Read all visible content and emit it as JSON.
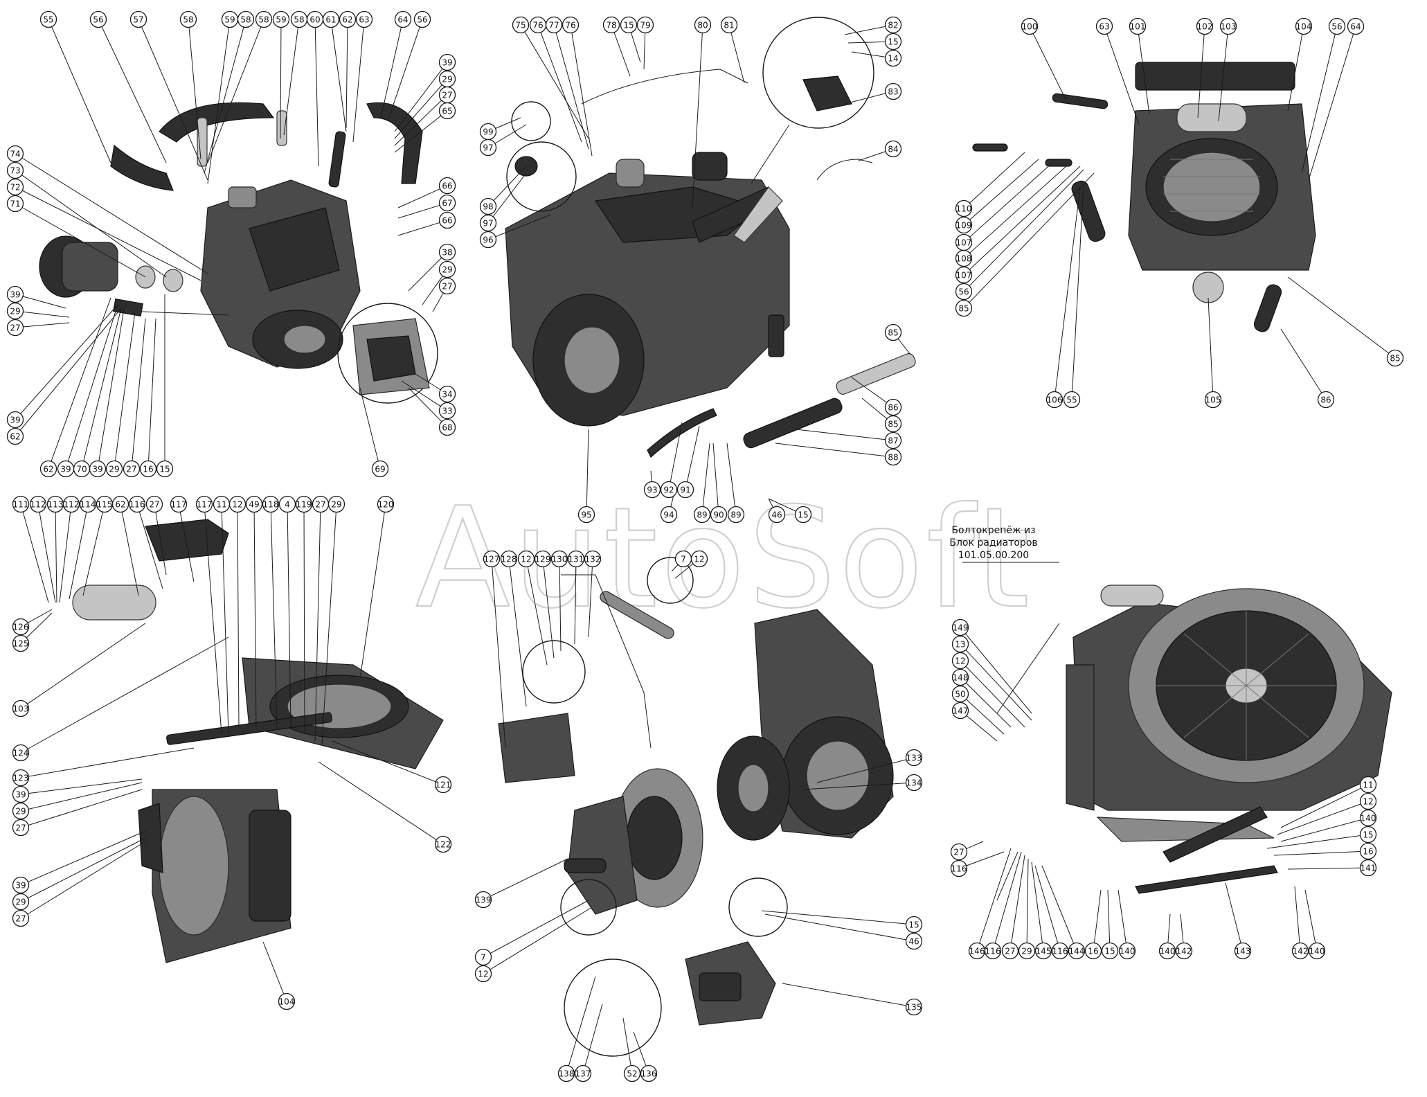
{
  "watermark": "AutoSoft",
  "note": {
    "line1": "Болтокрепёж из",
    "line2": "Блок радиаторов",
    "line3": "101.05.00.200"
  },
  "callout_labels": [
    "55",
    "56",
    "57",
    "58",
    "59",
    "58",
    "58",
    "59",
    "58",
    "60",
    "61",
    "62",
    "63",
    "64",
    "56",
    "39",
    "29",
    "27",
    "65",
    "74",
    "73",
    "72",
    "71",
    "39",
    "29",
    "27",
    "66",
    "67",
    "66",
    "38",
    "29",
    "27",
    "34",
    "33",
    "68",
    "39",
    "62",
    "69",
    "62",
    "39",
    "70",
    "39",
    "29",
    "27",
    "16",
    "15",
    "75",
    "76",
    "77",
    "76",
    "78",
    "15",
    "79",
    "80",
    "81",
    "82",
    "15",
    "14",
    "83",
    "99",
    "97",
    "98",
    "97",
    "96",
    "84",
    "85",
    "86",
    "85",
    "87",
    "88",
    "93",
    "92",
    "91",
    "94",
    "89",
    "90",
    "89",
    "46",
    "15",
    "95",
    "100",
    "63",
    "101",
    "102",
    "103",
    "104",
    "56",
    "64",
    "110",
    "109",
    "107",
    "108",
    "107",
    "56",
    "85",
    "106",
    "55",
    "105",
    "86",
    "85",
    "111",
    "112",
    "113",
    "112",
    "114",
    "115",
    "62",
    "116",
    "27",
    "117",
    "117",
    "11",
    "12",
    "49",
    "118",
    "4",
    "119",
    "27",
    "29",
    "120",
    "126",
    "125",
    "103",
    "124",
    "123",
    "39",
    "29",
    "27",
    "121",
    "122",
    "39",
    "29",
    "27",
    "104",
    "127",
    "128",
    "12",
    "129",
    "130",
    "131",
    "132",
    "7",
    "12",
    "133",
    "134",
    "139",
    "15",
    "46",
    "7",
    "12",
    "135",
    "138",
    "137",
    "52",
    "136",
    "149",
    "13",
    "12",
    "148",
    "50",
    "147",
    "11",
    "12",
    "140",
    "15",
    "16",
    "141",
    "27",
    "116",
    "146",
    "116",
    "27",
    "29",
    "145",
    "116",
    "144",
    "16",
    "15",
    "140",
    "140",
    "142",
    "143",
    "142",
    "140"
  ]
}
